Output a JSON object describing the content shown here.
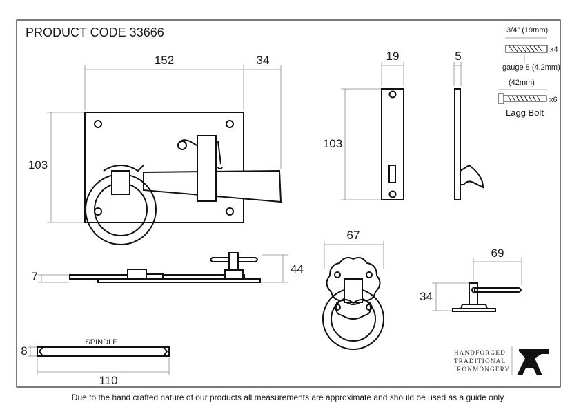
{
  "header": {
    "product_code": "PRODUCT CODE 33666"
  },
  "dimensions": {
    "plate_width": "152",
    "latch_extension": "34",
    "plate_height": "103",
    "keep_width": "19",
    "keep_depth": "5",
    "keep_height": "103",
    "rose_width": "67",
    "thickness": "7",
    "bar_height": "44",
    "handle_height": "34",
    "handle_projection": "69",
    "spindle_size": "8",
    "spindle_length": "110"
  },
  "spindle": {
    "label": "SPINDLE"
  },
  "fixings": {
    "screw_length": "3/4\" (19mm)",
    "screw_qty": "x4",
    "screw_gauge": "gauge 8 (4.2mm)",
    "bolt_length": "(42mm)",
    "bolt_qty": "x6",
    "bolt_name": "Lagg Bolt"
  },
  "brand": {
    "line1": "HANDFORGED",
    "line2": "TRADITIONAL",
    "line3": "IRONMONGERY"
  },
  "footer": {
    "disclaimer": "Due to the hand crafted nature of our products all measurements are approximate and should be used as a guide only"
  },
  "colors": {
    "line": "#111111",
    "dimension": "#8a8a8a",
    "background": "#ffffff"
  }
}
